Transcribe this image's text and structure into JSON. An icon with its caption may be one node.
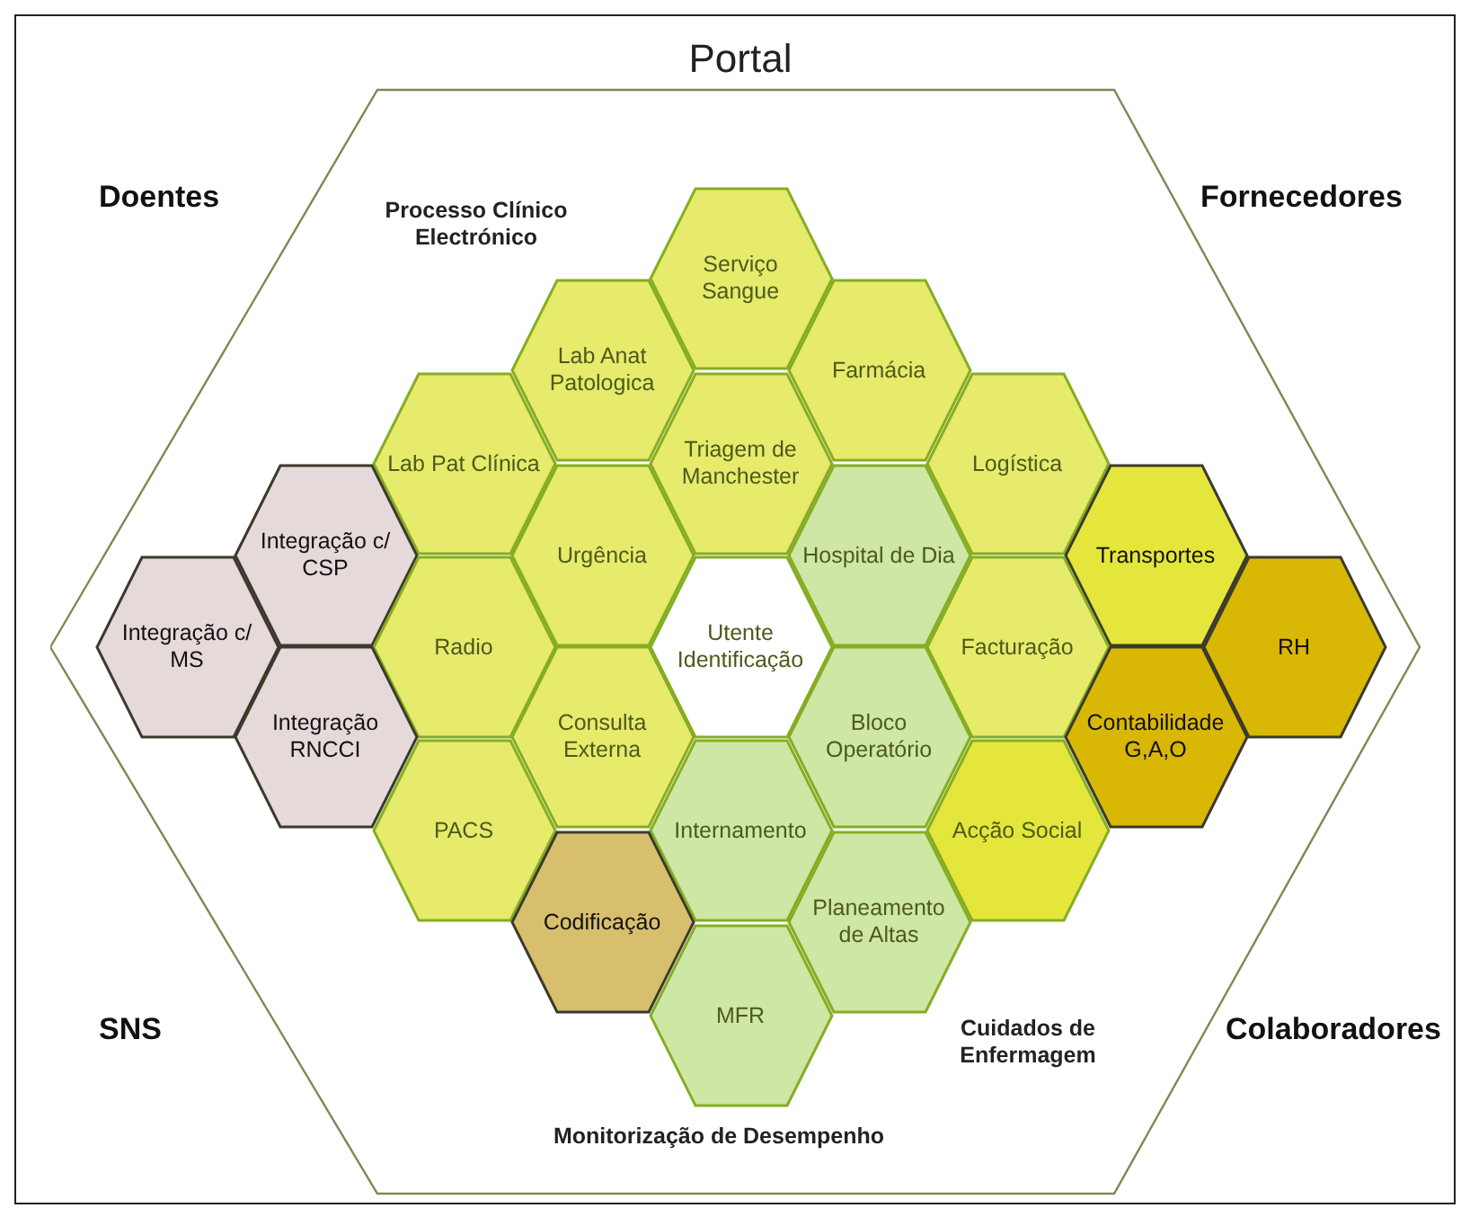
{
  "diagram": {
    "nodes": [
      {
        "text": [
          "Portal",
          "Processo Clínico Electrónico",
          "Cuidados de Enfermagem",
          "Monitorização de Desempenho"
        ]
      },
      {
        "text": [
          "Serviço Sangue"
        ],
        "in": 0
      },
      {
        "text": [
          "Lab Anat Patologica"
        ],
        "in": 0
      },
      {
        "text": [
          "Farmácia"
        ],
        "in": 0
      },
      {
        "text": [
          "Lab Pat Clínica"
        ],
        "in": 0
      },
      {
        "text": [
          "Triagem de Manchester"
        ],
        "in": 0
      },
      {
        "text": [
          "Logística"
        ],
        "in": 0
      },
      {
        "text": [
          "Integração c/ CSP"
        ],
        "in": 0
      },
      {
        "text": [
          "Urgência"
        ],
        "in": 0
      },
      {
        "text": [
          "Hospital de Dia"
        ],
        "in": 0
      },
      {
        "text": [
          "Transportes"
        ],
        "in": 0
      },
      {
        "text": [
          "Integração c/ MS"
        ],
        "in": 0
      },
      {
        "text": [
          "Radio"
        ],
        "in": 0
      },
      {
        "text": [
          "Utente Identificação"
        ],
        "in": 0
      },
      {
        "text": [
          "Facturação"
        ],
        "in": 0
      },
      {
        "text": [
          "RH"
        ],
        "in": 0
      },
      {
        "text": [
          "Integração RNCCI"
        ],
        "in": 0
      },
      {
        "text": [
          "Consulta Externa"
        ],
        "in": 0
      },
      {
        "text": [
          "Bloco Operatório"
        ],
        "in": 0
      },
      {
        "text": [
          "Contabilidade G,A,O"
        ],
        "in": 0
      },
      {
        "text": [
          "PACS"
        ],
        "in": 0
      },
      {
        "text": [
          "Internamento"
        ],
        "in": 0
      },
      {
        "text": [
          "Acção Social"
        ],
        "in": 0
      },
      {
        "text": [
          "Codificação"
        ],
        "in": 0
      },
      {
        "text": [
          "Planeamento de Altas"
        ],
        "in": 0
      },
      {
        "text": [
          "MFR"
        ],
        "in": 0
      }
    ],
    "labels": [
      "Doentes",
      "Fornecedores",
      "SNS",
      "Colaboradores"
    ]
  }
}
